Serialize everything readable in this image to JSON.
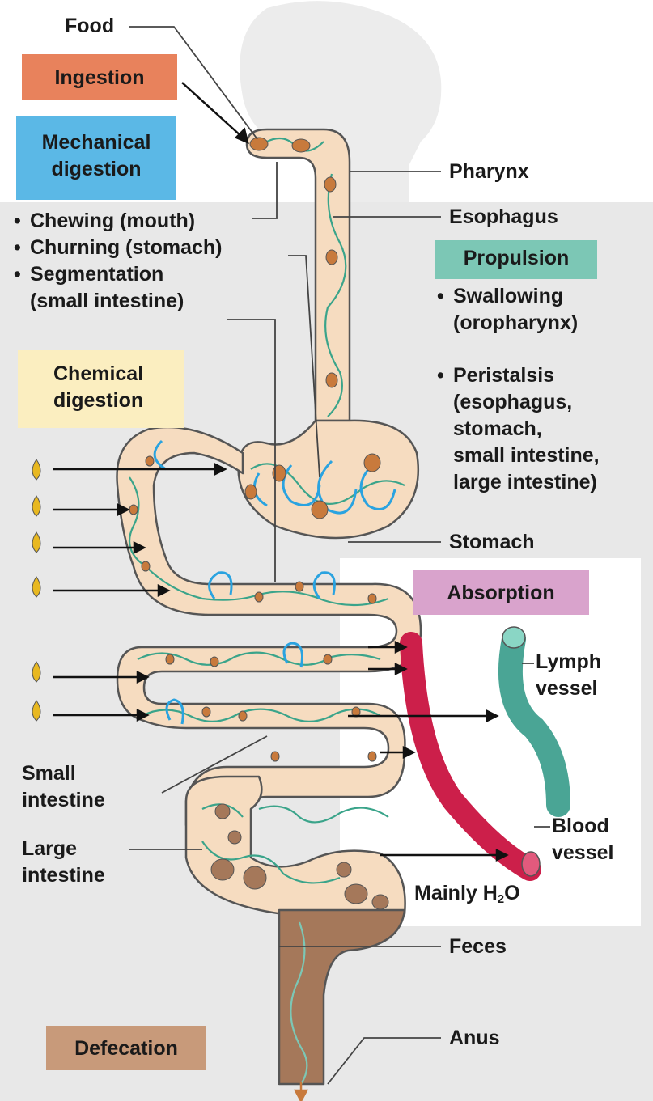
{
  "labels": {
    "food": "Food",
    "pharynx": "Pharynx",
    "esophagus": "Esophagus",
    "stomach": "Stomach",
    "small_intestine": [
      "Small",
      "intestine"
    ],
    "large_intestine": [
      "Large",
      "intestine"
    ],
    "lymph_vessel": [
      "Lymph",
      "vessel"
    ],
    "blood_vessel": [
      "Blood",
      "vessel"
    ],
    "mainly_water": "Mainly H",
    "mainly_water_sub": "2",
    "mainly_water_tail": "O",
    "feces": "Feces",
    "anus": "Anus"
  },
  "processes": {
    "ingestion": "Ingestion",
    "mechanical_digestion": [
      "Mechanical",
      "digestion"
    ],
    "chemical_digestion": [
      "Chemical",
      "digestion"
    ],
    "propulsion": "Propulsion",
    "absorption": "Absorption",
    "defecation": "Defecation"
  },
  "mechanical_items": [
    {
      "bullet": "•",
      "text": "Chewing (mouth)"
    },
    {
      "bullet": "•",
      "text": "Churning (stomach)"
    },
    {
      "bullet": "•",
      "text": "Segmentation",
      "text2": "(small intestine)"
    }
  ],
  "propulsion_items": [
    {
      "bullet": "•",
      "lines": [
        "Swallowing",
        "(oropharynx)"
      ]
    },
    {
      "bullet": "•",
      "lines": [
        "Peristalsis",
        "(esophagus,",
        "stomach,",
        "small intestine,",
        "large intestine)"
      ]
    }
  ],
  "colors": {
    "ingestion_box": "#e8825c",
    "mechanical_box": "#5bb8e6",
    "chemical_box": "#fbeec0",
    "propulsion_box": "#7cc7b5",
    "absorption_box": "#d9a3cc",
    "defecation_box": "#c89a7a",
    "tract_fill": "#f6dcc0",
    "tract_outline": "#555555",
    "wave": "#3aa48a",
    "swirl": "#2aa3e0",
    "food_particle": "#c87a3c",
    "blood_vessel": "#cc1f4a",
    "lymph_vessel": "#4aa595",
    "feces": "#a5785a",
    "enzyme_drop": "#e8b820"
  }
}
